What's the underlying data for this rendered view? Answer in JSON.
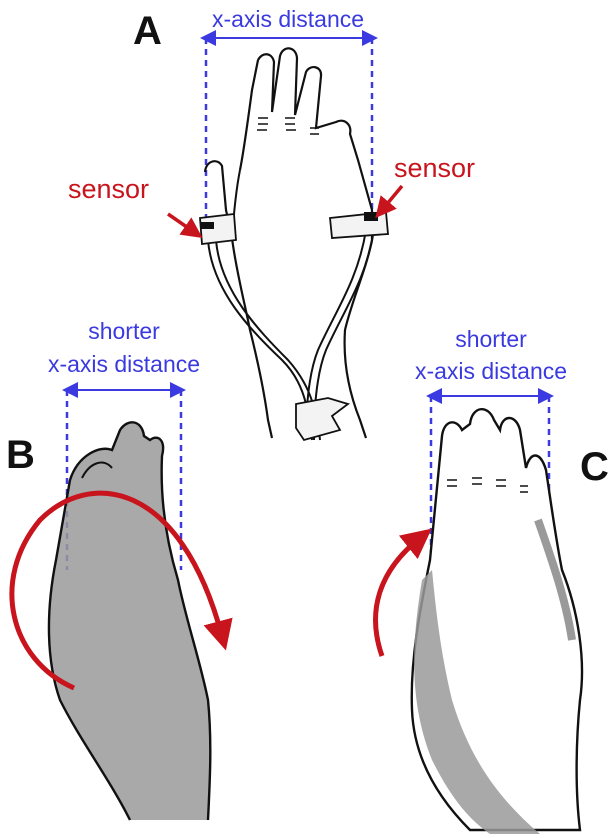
{
  "panels": {
    "a": {
      "letter": "A",
      "top_label": "x-axis distance",
      "sensor_left": "sensor",
      "sensor_right": "sensor"
    },
    "b": {
      "letter": "B",
      "label_line1": "shorter",
      "label_line2": "x-axis distance"
    },
    "c": {
      "letter": "C",
      "label_line1": "shorter",
      "label_line2": "x-axis distance"
    }
  },
  "colors": {
    "blue": "#3a3ae0",
    "red": "#c8141c",
    "outline": "#111111",
    "shade": "#9a9a9a"
  }
}
